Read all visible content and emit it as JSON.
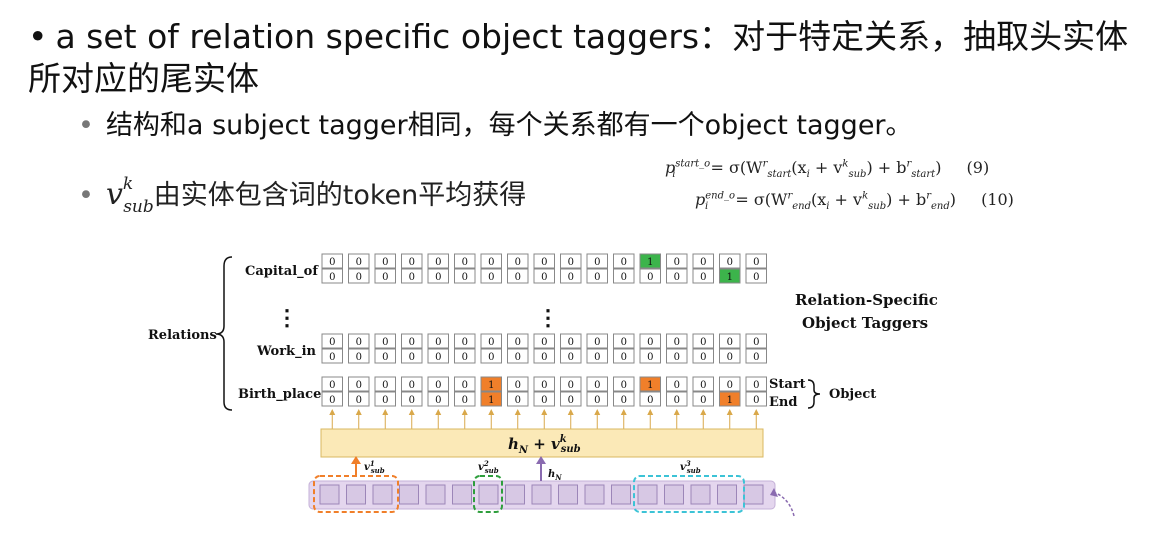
{
  "bullets": {
    "b1_text": "a set of relation specific object taggers：对于特定关系，抽取头实体所对应的尾实体",
    "b2_text": "结构和a subject tagger相同，每个关系都有一个object tagger。",
    "b3_text": "由实体包含词的token平均获得"
  },
  "math": {
    "v": "v",
    "v_sup": "k",
    "v_sub": "sub"
  },
  "equations": [
    {
      "lhs": "p",
      "lhs_sup": "start_o",
      "lhs_sub": "i",
      "rhs": "= σ(W",
      "w_sup": "r",
      "w_sub": "start",
      "mid": "(x",
      "x_sub": "i",
      "plus": " + v",
      "v_sup": "k",
      "v_sub": "sub",
      "tail": ") + b",
      "b_sup": "r",
      "b_sub": "start",
      "close": ")",
      "number": "(9)"
    },
    {
      "lhs": "p",
      "lhs_sup": "end_o",
      "lhs_sub": "i",
      "rhs": "= σ(W",
      "w_sup": "r",
      "w_sub": "end",
      "mid": "(x",
      "x_sub": "i",
      "plus": " + v",
      "v_sup": "k",
      "v_sub": "sub",
      "tail": ") + b",
      "b_sup": "r",
      "b_sub": "end",
      "close": ")",
      "number": "(10)"
    }
  ],
  "diagram": {
    "relations_label": "Relations",
    "rows": [
      {
        "name": "Capital_of",
        "start": [
          0,
          0,
          0,
          0,
          0,
          0,
          0,
          0,
          0,
          0,
          0,
          0,
          1,
          0,
          0,
          0,
          0
        ],
        "end": [
          0,
          0,
          0,
          0,
          0,
          0,
          0,
          0,
          0,
          0,
          0,
          0,
          0,
          0,
          0,
          1,
          0
        ],
        "color": "#3cb44b"
      },
      {
        "name": "Work_in",
        "start": [
          0,
          0,
          0,
          0,
          0,
          0,
          0,
          0,
          0,
          0,
          0,
          0,
          0,
          0,
          0,
          0,
          0
        ],
        "end": [
          0,
          0,
          0,
          0,
          0,
          0,
          0,
          0,
          0,
          0,
          0,
          0,
          0,
          0,
          0,
          0,
          0
        ],
        "color": "#f07f2a"
      },
      {
        "name": "Birth_place",
        "start": [
          0,
          0,
          0,
          0,
          0,
          0,
          1,
          0,
          0,
          0,
          0,
          0,
          1,
          0,
          0,
          0,
          0
        ],
        "end": [
          0,
          0,
          0,
          0,
          0,
          0,
          1,
          0,
          0,
          0,
          0,
          0,
          0,
          0,
          0,
          1,
          0
        ],
        "color": "#f07f2a"
      }
    ],
    "rhs_title_line1": "Relation-Specific",
    "rhs_title_line2": "Object Taggers",
    "start_label": "Start",
    "end_label": "End",
    "object_label": "Object",
    "encoder_label": "h",
    "encoder_sub": "N",
    "encoder_plus": " + v",
    "encoder_sup": "k",
    "encoder_vsub": "sub",
    "hn_label": "h",
    "hn_sub": "N",
    "v1": "v",
    "v1_sup": "1",
    "v1_sub": "sub",
    "v2": "v",
    "v2_sup": "2",
    "v2_sub": "sub",
    "v3": "v",
    "v3_sup": "3",
    "v3_sub": "sub",
    "token_count": 17,
    "colors": {
      "orange": "#f07f2a",
      "green": "#2e9e3c",
      "cyan": "#3cc3d6",
      "purple": "#8a6bb0",
      "token_fill": "#d7c8e4",
      "band_fill": "#fbe9b7"
    }
  }
}
